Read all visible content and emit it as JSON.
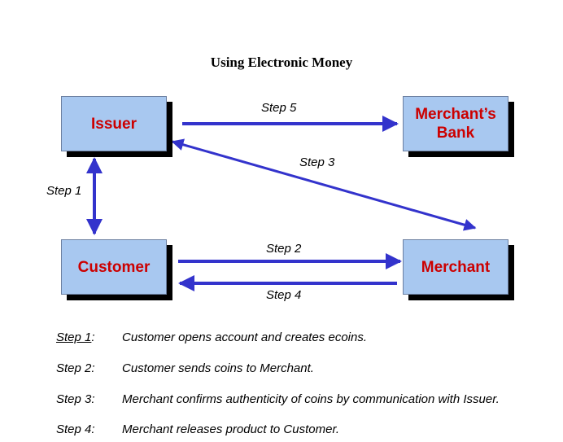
{
  "title": "Using Electronic Money",
  "nodes": {
    "issuer": "Issuer",
    "bank_line1": "Merchant’s",
    "bank_line2": "Bank",
    "customer": "Customer",
    "merchant": "Merchant"
  },
  "edge_labels": {
    "step5": "Step 5",
    "step3": "Step 3",
    "step1": "Step 1",
    "step2": "Step 2",
    "step4": "Step 4"
  },
  "colors": {
    "box_fill": "#a8c8f0",
    "box_text": "#cc0000",
    "arrow": "#3333cc"
  },
  "legend": [
    {
      "key": "Step 1",
      "colon": ":",
      "text": "Customer opens account and creates ecoins."
    },
    {
      "key": "Step 2:",
      "text": "Customer sends coins to Merchant."
    },
    {
      "key": "Step 3:",
      "text": "Merchant confirms authenticity of coins by communication with Issuer."
    },
    {
      "key": "Step 4:",
      "text": "Merchant releases product to Customer."
    }
  ]
}
